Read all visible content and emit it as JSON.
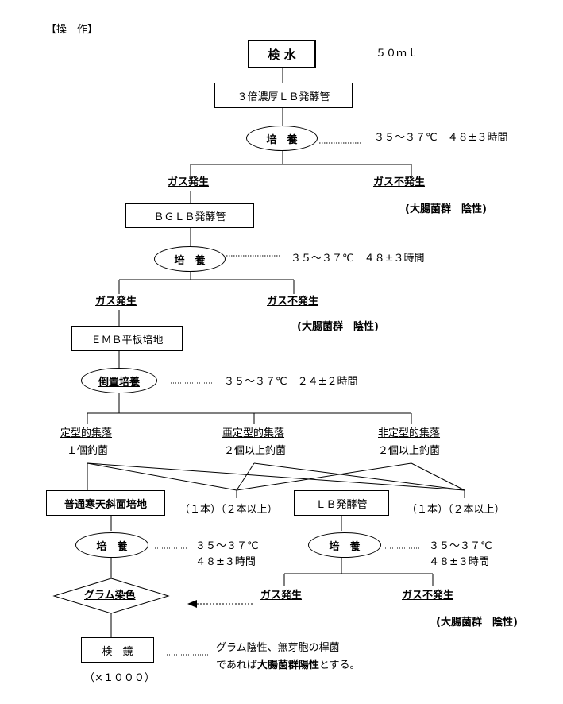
{
  "header": "【操　作】",
  "sample": {
    "label": "検 水",
    "volume": "５０ｍｌ"
  },
  "step1": {
    "medium": "３倍濃厚ＬＢ発酵管",
    "incubate": "培　養",
    "cond": "３５～３７℃　４８±３時間",
    "pos": "ガス発生",
    "neg": "ガス不発生",
    "neg_result": "(大腸菌群　陰性)"
  },
  "step2": {
    "medium": "ＢＧＬＢ発酵管",
    "incubate": "培　養",
    "cond": "３５～３７℃　４８±３時間",
    "pos": "ガス発生",
    "neg": "ガス不発生",
    "neg_result": "(大腸菌群　陰性)"
  },
  "step3": {
    "medium": "ＥＭＢ平板培地",
    "incubate": "倒置培養",
    "cond": "３５～３７℃　２４±２時間",
    "colonies": [
      {
        "type": "定型的集落",
        "pick": "１個釣菌"
      },
      {
        "type": "亜定型的集落",
        "pick": "２個以上釣菌"
      },
      {
        "type": "非定型的集落",
        "pick": "２個以上釣菌"
      }
    ]
  },
  "split": {
    "left_count": "（１本）（２本以上）",
    "right_count": "（１本）（２本以上）"
  },
  "left_branch": {
    "medium": "普通寒天斜面培地",
    "incubate": "培　養",
    "cond1": "３５～３７℃",
    "cond2": "４８±３時間",
    "stain": "グラム染色",
    "microscope": "検　鏡",
    "magnification": "（×１０００）"
  },
  "right_branch": {
    "medium": "ＬＢ発酵管",
    "incubate": "培　養",
    "cond1": "３５～３７℃",
    "cond2": "４８±３時間",
    "pos": "ガス発生",
    "neg": "ガス不発生",
    "neg_result": "(大腸菌群　陰性)"
  },
  "conclusion": {
    "line1": "グラム陰性、無芽胞の桿菌",
    "line2_pre": "であれば",
    "line2_bold": "大腸菌群陽性",
    "line2_post": "とする。"
  }
}
